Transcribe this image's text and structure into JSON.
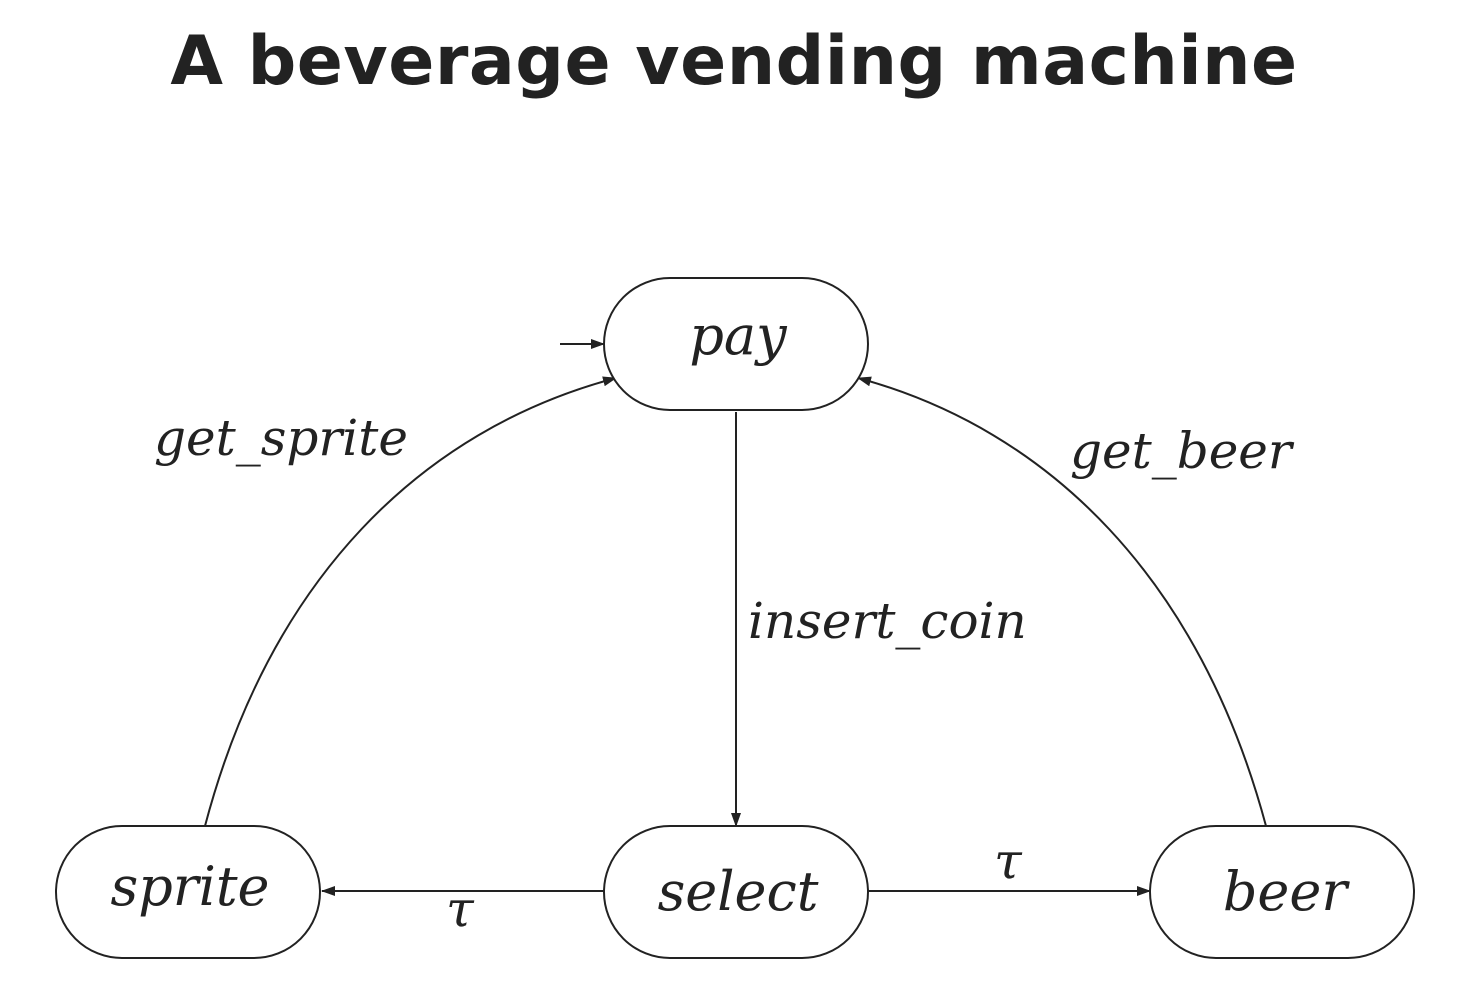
{
  "title": "A beverage vending machine",
  "states": {
    "pay": "pay",
    "select": "select",
    "sprite": "sprite",
    "beer": "beer"
  },
  "transitions": {
    "insert_coin": "insert_coin",
    "get_sprite": "get_sprite",
    "get_beer": "get_beer",
    "tau_to_sprite": "τ",
    "tau_to_beer": "τ"
  },
  "initial_state": "pay",
  "colors": {
    "stroke": "#222222",
    "background": "#ffffff"
  }
}
